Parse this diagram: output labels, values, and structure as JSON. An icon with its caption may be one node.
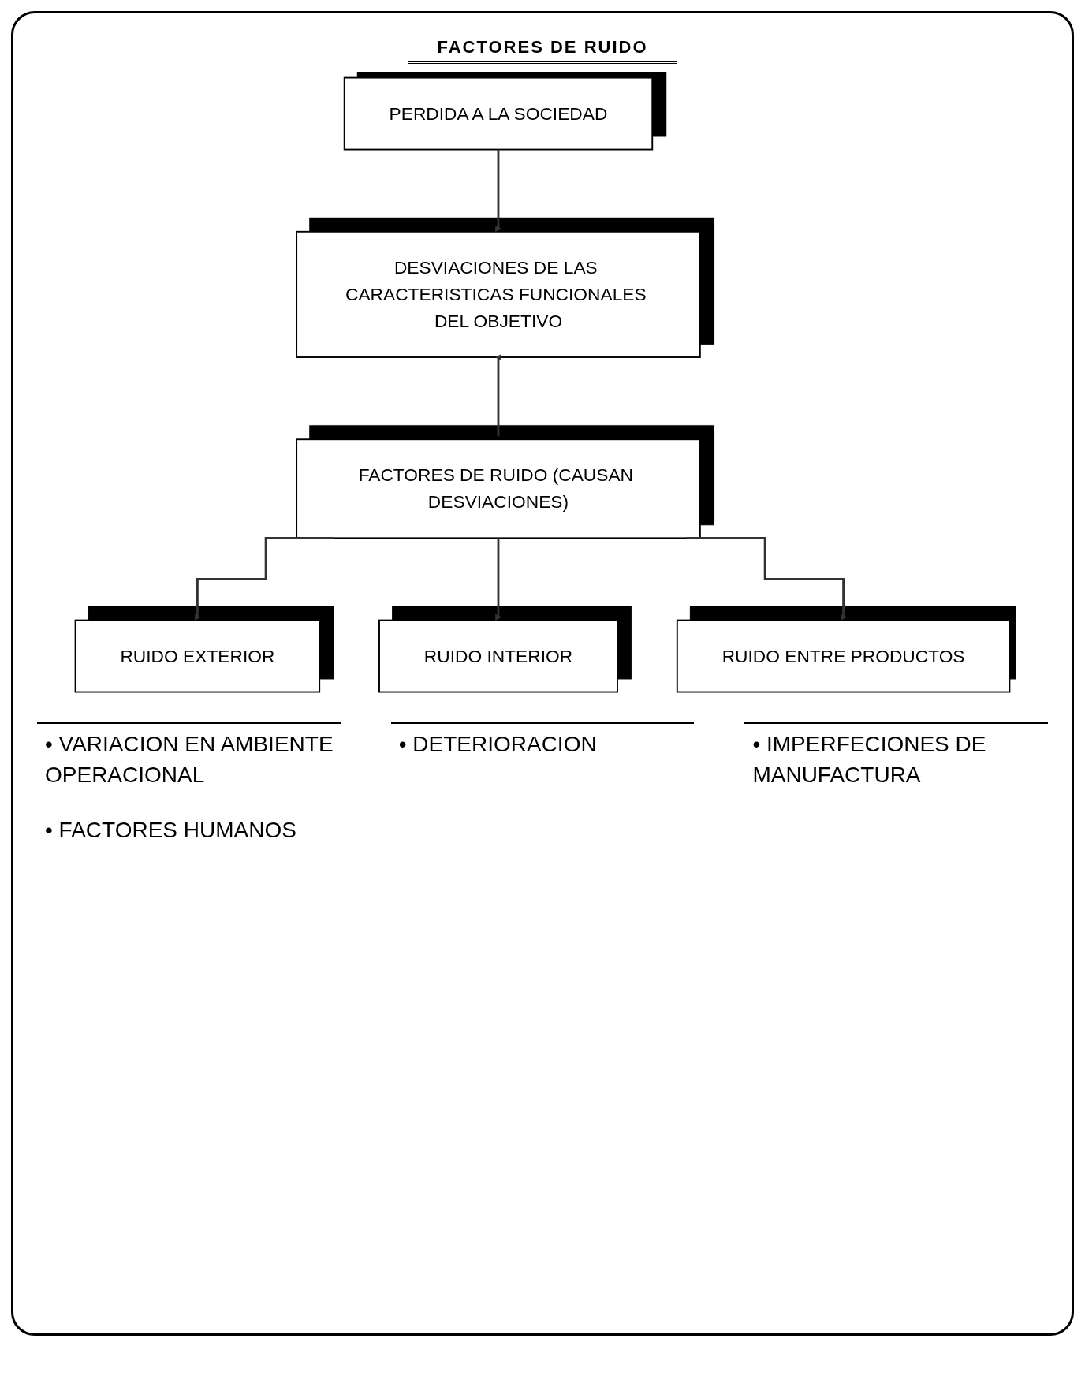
{
  "diagram": {
    "title": "FACTORES DE RUIDO",
    "nodes": [
      {
        "text": [
          "PERDIDA A LA SOCIEDAD"
        ]
      },
      {
        "text": [
          "DESVIACIONES DE LAS CARACTERISTICAS FUNCIONALES DEL OBJETIVO"
        ]
      },
      {
        "text": [
          "FACTORES DE RUIDO (CAUSAN DESVIACIONES)"
        ]
      },
      {
        "text": [
          "RUIDO EXTERIOR"
        ]
      },
      {
        "text": [
          "RUIDO INTERIOR"
        ]
      },
      {
        "text": [
          "RUIDO ENTRE PRODUCTOS"
        ]
      }
    ],
    "edges": [
      {
        "from": 0,
        "to": 1,
        "arrow": "to"
      },
      {
        "from": 2,
        "to": 1,
        "arrow": "to"
      },
      {
        "from": 2,
        "to": 3,
        "arrow": "to"
      },
      {
        "from": 2,
        "to": 4,
        "arrow": "to"
      },
      {
        "from": 2,
        "to": 5,
        "arrow": "to"
      }
    ],
    "labels": [
      "• VARIACION EN AMBIENTE OPERACIONAL",
      "• FACTORES HUMANOS",
      "• DETERIORACION",
      "• IMPERFECIONES DE MANUFACTURA"
    ]
  }
}
